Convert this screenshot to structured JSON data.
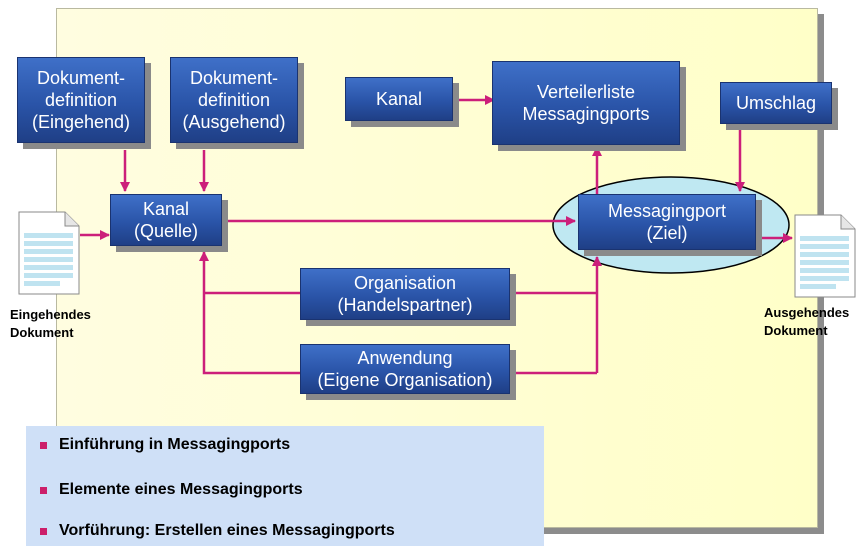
{
  "colors": {
    "panel": "#ffffc8",
    "node": "#2a54a8",
    "arrow": "#cc1f7a",
    "ellipse": "#bfe8f2",
    "bullet": "#cc1f6a"
  },
  "nodes": {
    "dokdef_in": {
      "line1": "Dokument-",
      "line2": "definition",
      "line3": "(Eingehend)"
    },
    "dokdef_out": {
      "line1": "Dokument-",
      "line2": "definition",
      "line3": "(Ausgehend)"
    },
    "kanal_top": {
      "line1": "Kanal"
    },
    "verteilerliste": {
      "line1": "Verteilerliste",
      "line2": "Messagingports"
    },
    "umschlag": {
      "line1": "Umschlag"
    },
    "kanal_quelle": {
      "line1": "Kanal",
      "line2": "(Quelle)"
    },
    "messagingport": {
      "line1": "Messagingport",
      "line2": "(Ziel)"
    },
    "organisation": {
      "line1": "Organisation",
      "line2": "(Handelspartner)"
    },
    "anwendung": {
      "line1": "Anwendung",
      "line2": "(Eigene Organisation)"
    }
  },
  "documents": {
    "incoming": {
      "line1": "Eingehendes",
      "line2": "Dokument",
      "icon": "document-icon"
    },
    "outgoing": {
      "line1": "Ausgehendes",
      "line2": "Dokument",
      "icon": "document-icon"
    }
  },
  "bullets": [
    "Einführung in Messagingports",
    "Elemente eines Messagingports",
    "Vorführung: Erstellen eines Messagingports"
  ]
}
